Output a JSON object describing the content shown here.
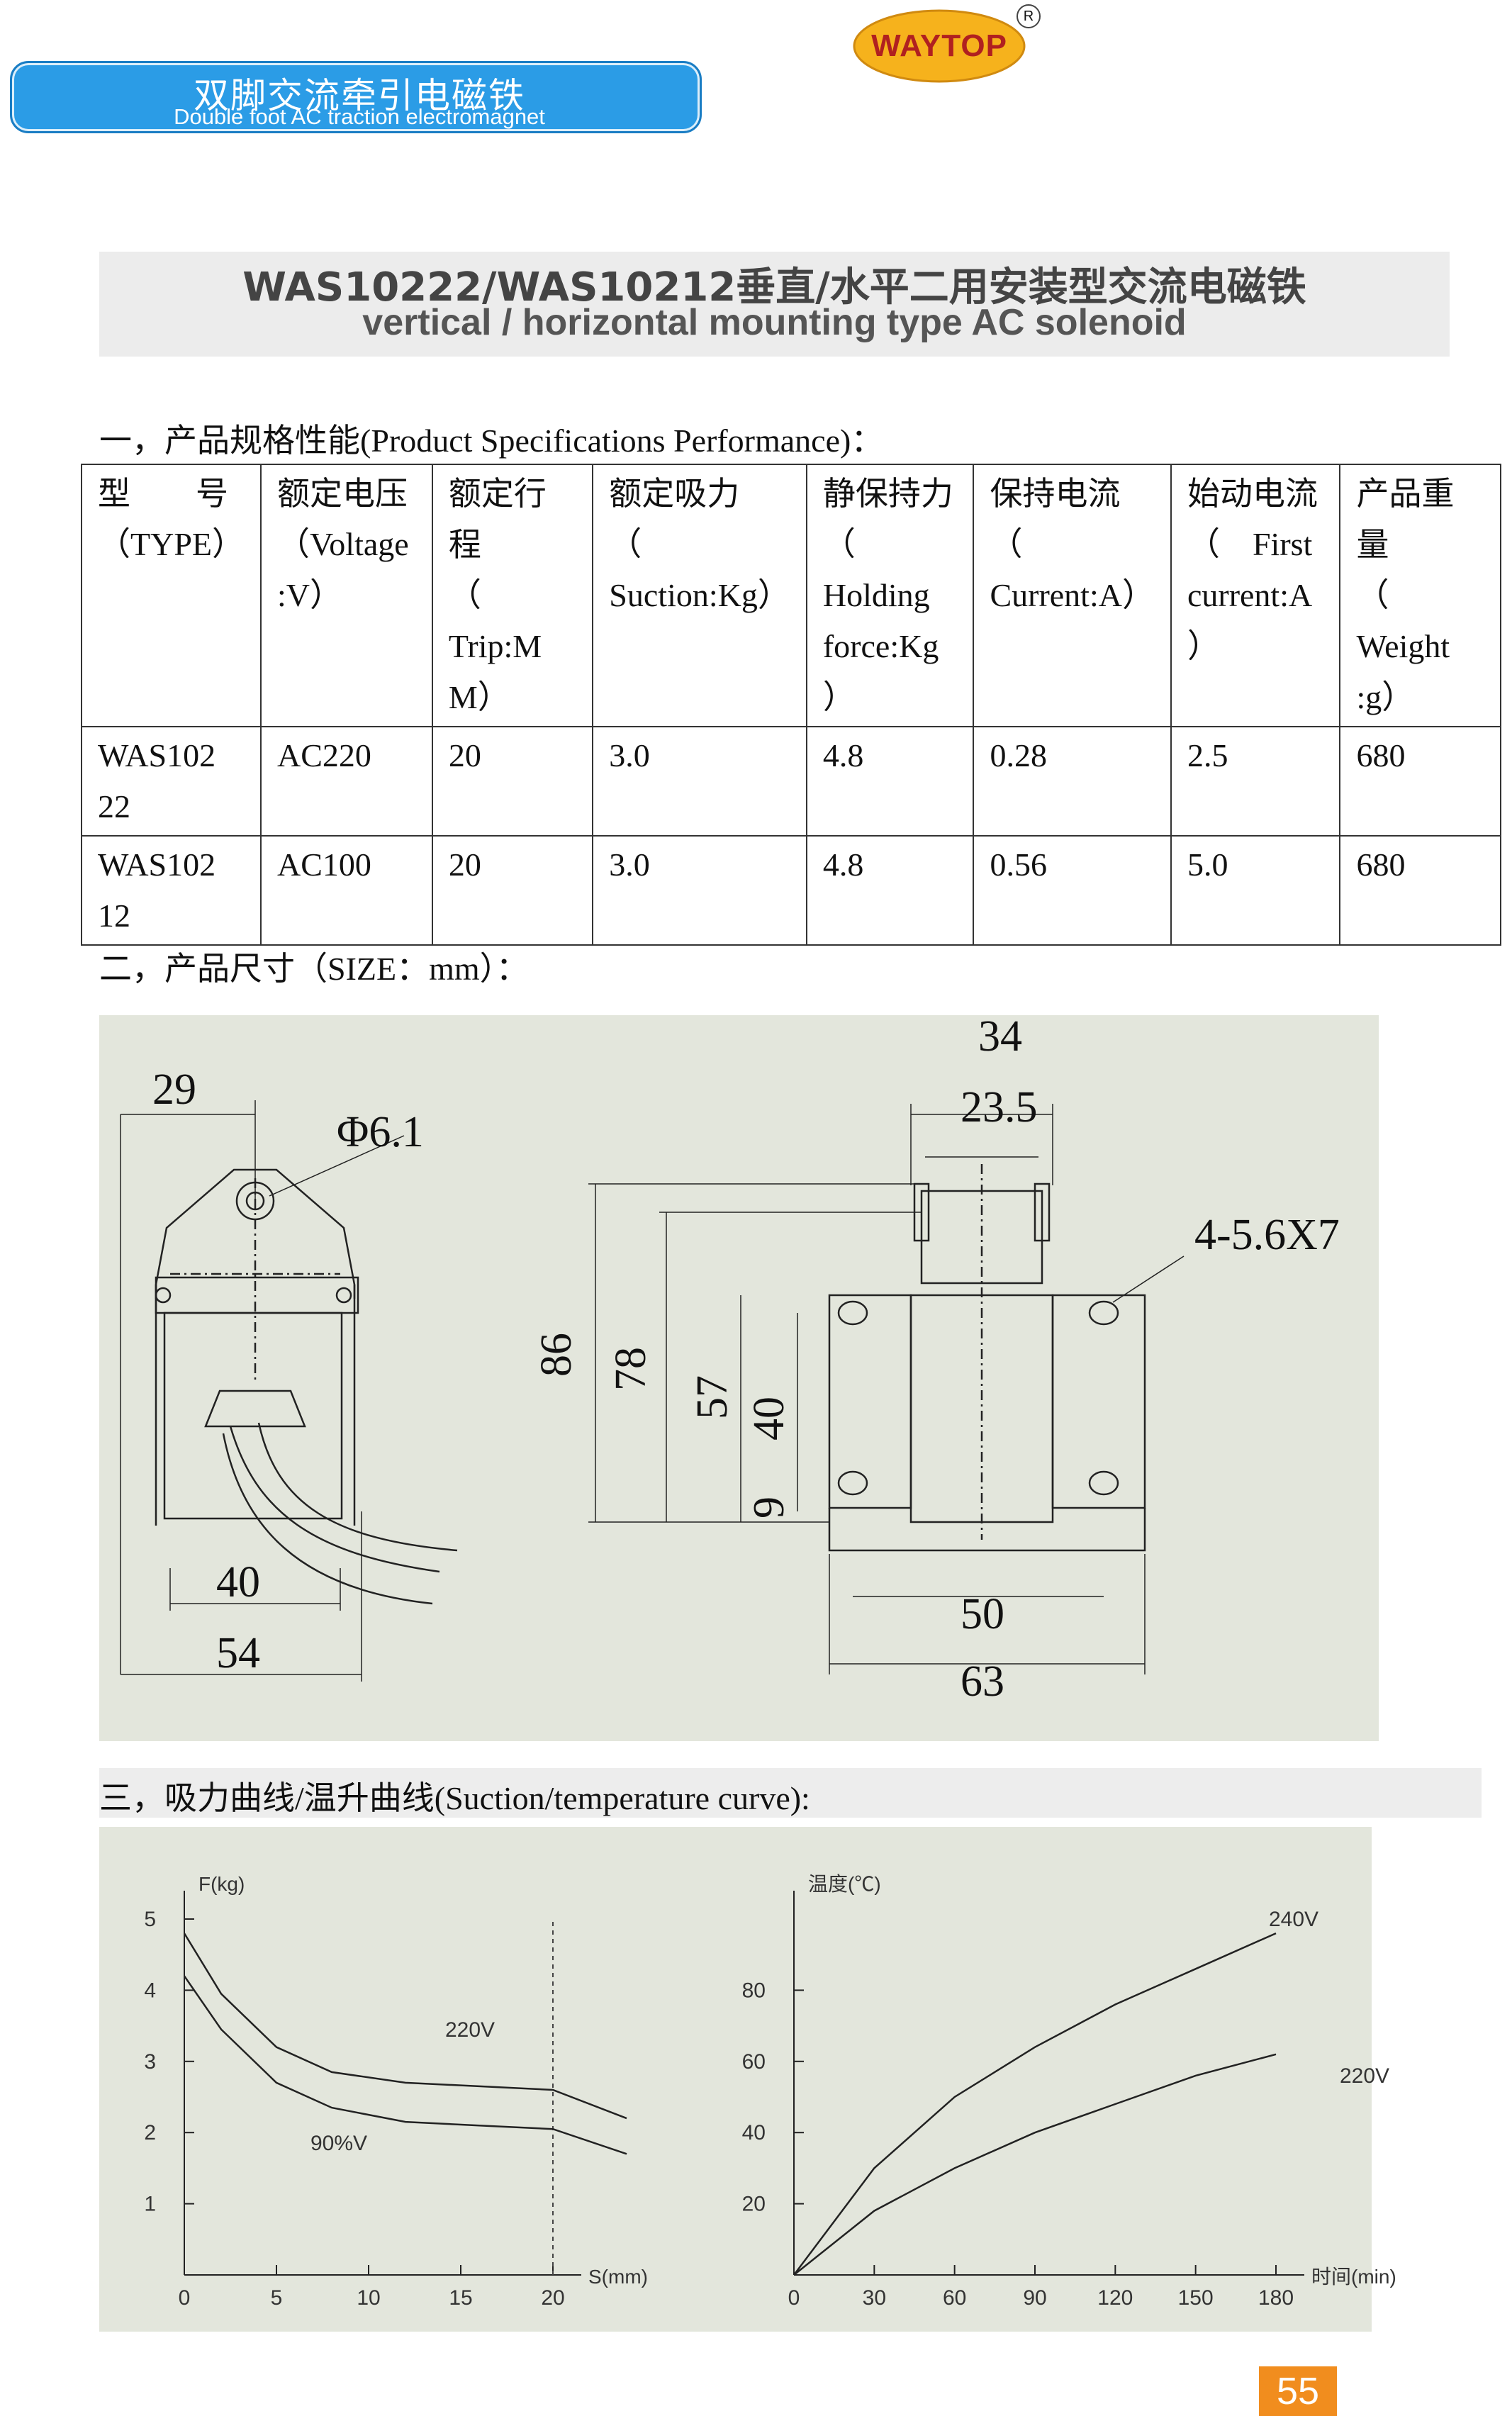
{
  "header": {
    "title_cn": "双脚交流牵引电磁铁",
    "title_en": "Double foot AC traction electromagnet",
    "brand": "WAYTOP",
    "registered_mark": "R"
  },
  "doc_title": {
    "cn": "WAS10222/WAS10212垂直/水平二用安装型交流电磁铁",
    "en": "vertical / horizontal mounting type AC solenoid"
  },
  "section1": {
    "label": "一，产品规格性能(Product Specifications Performance)："
  },
  "table": {
    "headers": [
      {
        "cn": "型　　号",
        "en": "（TYPE）"
      },
      {
        "cn": "额定电压",
        "en": "（Voltage :V）"
      },
      {
        "cn": "额定行程",
        "en": "（ Trip:M M）"
      },
      {
        "cn": "额定吸力",
        "en": "（ Suction:Kg）"
      },
      {
        "cn": "静保持力",
        "en": "（ Holding force:Kg ）"
      },
      {
        "cn": "保持电流",
        "en": "（ Current:A）"
      },
      {
        "cn": "始动电流",
        "en": "（　First current:A ）"
      },
      {
        "cn": "产品重量",
        "en": "（ Weight :g）"
      }
    ],
    "rows": [
      [
        "WAS102 22",
        "AC220",
        "20",
        "3.0",
        "4.8",
        "0.28",
        "2.5",
        "680"
      ],
      [
        "WAS102 12",
        "AC100",
        "20",
        "3.0",
        "4.8",
        "0.56",
        "5.0",
        "680"
      ]
    ]
  },
  "section2": {
    "label": "二，产品尺寸（SIZE：mm）："
  },
  "dimensions": {
    "d29": "29",
    "phi": "Φ6.1",
    "d40": "40",
    "d54": "54",
    "d34": "34",
    "d23_5": "23.5",
    "hole": "4-5.6X7",
    "d86": "86",
    "d78": "78",
    "d57": "57",
    "d40v": "40",
    "d9": "9",
    "d50": "50",
    "d63": "63"
  },
  "section3": {
    "label": "三，吸力曲线/温升曲线(Suction/temperature curve):"
  },
  "chart_data": [
    {
      "type": "line",
      "title": "",
      "xlabel": "S(mm)",
      "ylabel": "F(kg)",
      "xlim": [
        0,
        20
      ],
      "ylim": [
        0,
        5
      ],
      "x_ticks": [
        "0",
        "5",
        "10",
        "15",
        "20"
      ],
      "y_ticks": [
        "1",
        "2",
        "3",
        "4",
        "5"
      ],
      "series": [
        {
          "name": "220V",
          "x": [
            0,
            2,
            5,
            8,
            12,
            16,
            20,
            24
          ],
          "y": [
            4.8,
            3.95,
            3.2,
            2.85,
            2.7,
            2.65,
            2.6,
            2.2
          ]
        },
        {
          "name": "90%V",
          "x": [
            0,
            2,
            5,
            8,
            12,
            16,
            20,
            24
          ],
          "y": [
            4.2,
            3.45,
            2.7,
            2.35,
            2.15,
            2.1,
            2.05,
            1.7
          ]
        }
      ]
    },
    {
      "type": "line",
      "title": "",
      "xlabel": "时间(min)",
      "ylabel": "温度(℃)",
      "xlim": [
        0,
        180
      ],
      "ylim": [
        0,
        100
      ],
      "x_ticks": [
        "0",
        "30",
        "60",
        "90",
        "120",
        "150",
        "180"
      ],
      "y_ticks": [
        "20",
        "40",
        "60",
        "80"
      ],
      "series": [
        {
          "name": "240V",
          "x": [
            0,
            30,
            60,
            90,
            120,
            150,
            180
          ],
          "y": [
            0,
            30,
            50,
            64,
            76,
            86,
            96
          ]
        },
        {
          "name": "220V",
          "x": [
            0,
            30,
            60,
            90,
            120,
            150,
            180
          ],
          "y": [
            0,
            18,
            30,
            40,
            48,
            56,
            62
          ]
        }
      ]
    }
  ],
  "page_number": "55"
}
